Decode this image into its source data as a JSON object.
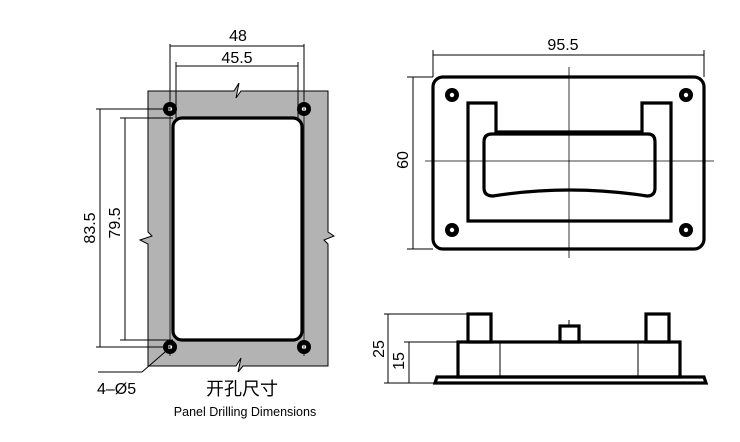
{
  "panel_cutout": {
    "dim_outer_width": "48",
    "dim_inner_width": "45.5",
    "dim_outer_height": "83.5",
    "dim_inner_height": "79.5",
    "hole_callout": "4–Ø5",
    "title_cn": "开孔尺寸",
    "title_en": "Panel Drilling Dimensions"
  },
  "top_view": {
    "dim_width": "95.5",
    "dim_height": "60"
  },
  "side_view": {
    "dim_total_height": "25",
    "dim_base_height": "15"
  },
  "colors": {
    "panel_fill": "#b3b3b3",
    "line": "#000000"
  }
}
